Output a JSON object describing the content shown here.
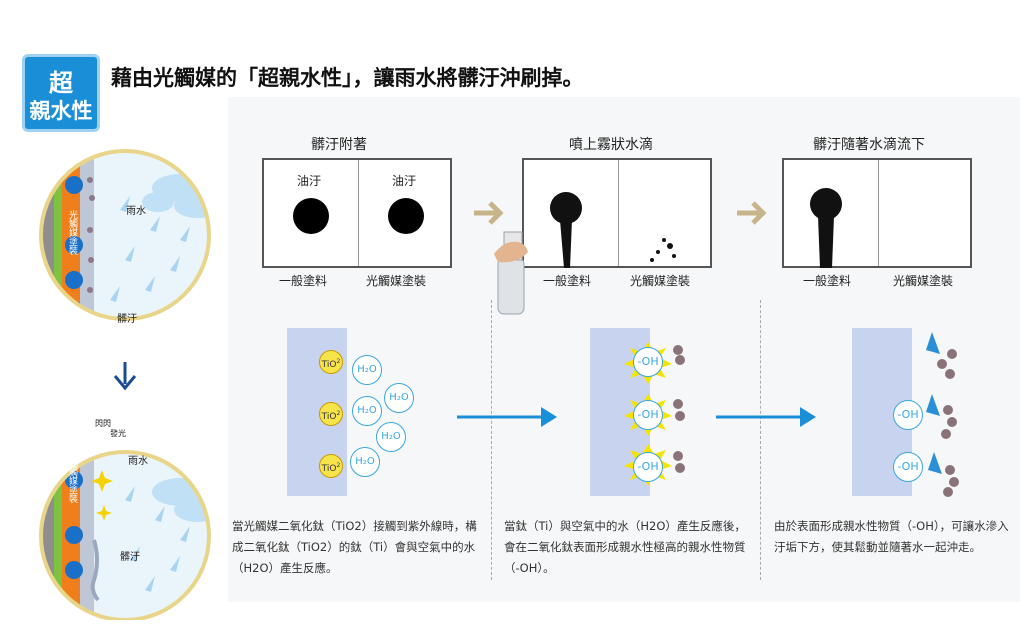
{
  "badge": {
    "line1": "超",
    "line2": "親水性"
  },
  "headline": "藉由光觸媒的「超親水性」，讓雨水將髒汙沖刷掉。",
  "left_illustration": {
    "top": {
      "coating": "光觸媒塗裝",
      "rain": "雨水",
      "dirt": "髒汙"
    },
    "bottom": {
      "coating": "光觸媒塗裝",
      "flash": "閃閃",
      "light": "發光",
      "rain": "雨水",
      "dirt": "髒汙"
    }
  },
  "steps": [
    {
      "title": "髒汙附著",
      "photo_left_text": "油汙",
      "photo_right_text": "油汙",
      "caption_left": "一般塗料",
      "caption_right": "光觸媒塗裝",
      "description": "當光觸媒二氧化鈦（TiO2）接觸到紫外線時，構成二氧化鈦（TiO2）的鈦（Ti）會與空氣中的水（H2O）產生反應。"
    },
    {
      "title": "噴上霧狀水滴",
      "caption_left": "一般塗料",
      "caption_right": "光觸媒塗裝",
      "description": "當鈦（Ti）與空氣中的水（H2O）產生反應後，會在二氧化鈦表面形成親水性極高的親水性物質（-OH）。"
    },
    {
      "title": "髒汙隨著水滴流下",
      "caption_left": "一般塗料",
      "caption_right": "光觸媒塗裝",
      "description": "由於表面形成親水性物質（-OH），可讓水滲入汙垢下方，使其鬆動並隨著水一起沖走。"
    }
  ],
  "molecules": {
    "tio2": "TiO",
    "tio2_sup": "2",
    "h2o": "H₂O",
    "oh": "-OH"
  },
  "colors": {
    "badge": "#1a8fd8",
    "arrow_gray": "#c8b48a",
    "arrow_blue": "#1a8fd8",
    "wall": "#c7d3ef",
    "coating": "#f07e1a",
    "green": "#7ec242"
  }
}
